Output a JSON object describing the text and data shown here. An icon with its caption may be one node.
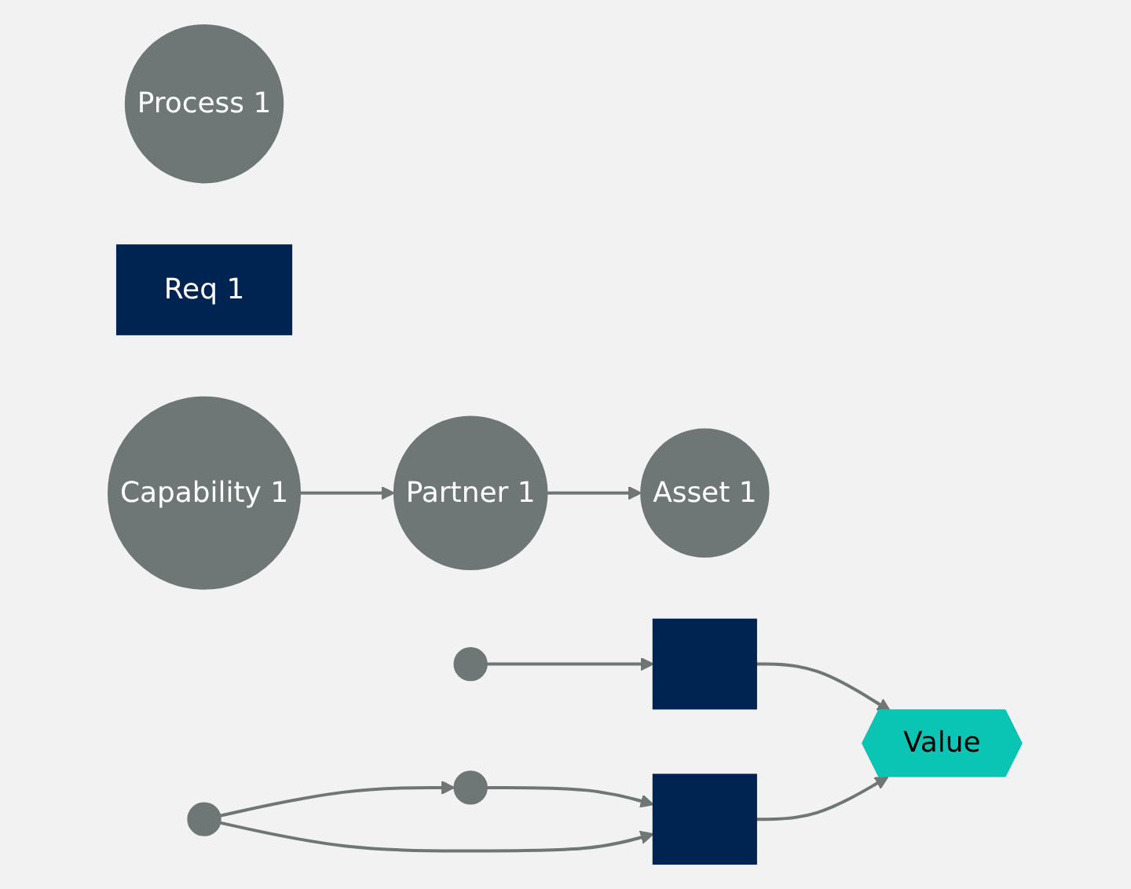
{
  "diagram": {
    "nodes": [
      {
        "text": [
          "Partner 1"
        ]
      },
      {
        "text": [
          "Asset 1"
        ]
      },
      {
        "text": [
          "Process 1"
        ]
      },
      {
        "text": [
          "Req 1"
        ]
      },
      {
        "text": [
          "Capability 1"
        ]
      },
      {
        "text": [],
        "shape": "box"
      },
      {
        "text": [
          "Value"
        ]
      },
      {
        "text": [],
        "shape": "box"
      },
      {
        "text": [],
        "shape": "circle"
      },
      {
        "text": [],
        "shape": "circle"
      },
      {
        "text": [],
        "shape": "circle"
      }
    ],
    "edges": [
      {
        "from": 0,
        "to": 1,
        "arrow": "to"
      },
      {
        "from": 4,
        "to": 0,
        "arrow": "to"
      },
      {
        "from": 5,
        "to": 6,
        "arrow": "to"
      },
      {
        "from": 7,
        "to": 6,
        "arrow": "to"
      },
      {
        "from": 8,
        "to": 5,
        "arrow": "to"
      },
      {
        "from": 9,
        "to": 7,
        "arrow": "to"
      },
      {
        "from": 10,
        "to": 7,
        "arrow": "to"
      },
      {
        "from": 10,
        "to": 9,
        "arrow": "to"
      }
    ]
  }
}
